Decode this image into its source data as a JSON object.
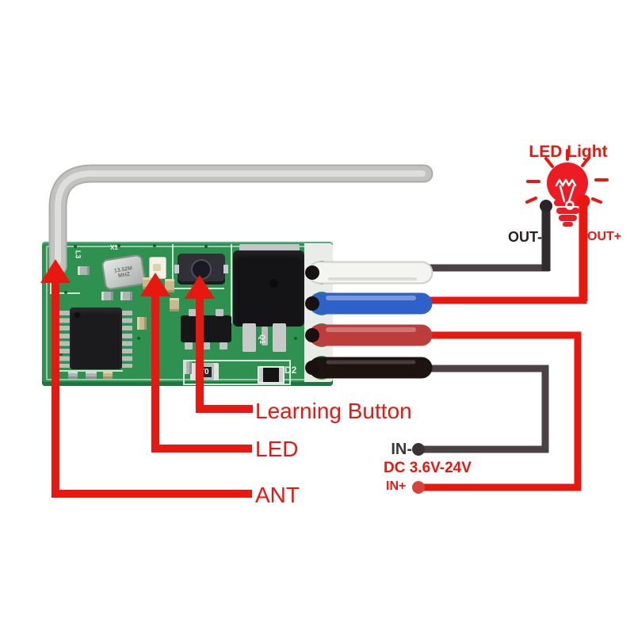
{
  "labels": {
    "led_light": "LED Light",
    "out_minus": "OUT-",
    "out_plus": "OUT+",
    "in_minus": "IN-",
    "dc_range": "DC 3.6V-24V",
    "in_plus": "IN+",
    "learning_button": "Learning Button",
    "led": "LED",
    "ant": "ANT"
  },
  "pcb": {
    "markings": {
      "x1": "X1",
      "l3": "L3",
      "crystal_line1": "13.52M",
      "crystal_line2": "MHZ",
      "q1": "Q1",
      "resistor_value": "70",
      "d2": "D2"
    }
  },
  "icons": {
    "led_bulb": "light-bulb",
    "callout_pointer": "arrow-up"
  },
  "colors": {
    "accent_red": "#E8170F",
    "bulb_red": "#ED1C24",
    "line_dark": "#4B4245",
    "terminal_dark": "#3A3336",
    "wire_white": "#F4F4F0",
    "wire_blue": "#2F62C8",
    "wire_red": "#BD3C3C",
    "wire_black": "#1D1310",
    "pcb_green": "#2E9150",
    "solder_strip": "#E9ECE9",
    "antenna_gray": "#C2C2C0"
  }
}
